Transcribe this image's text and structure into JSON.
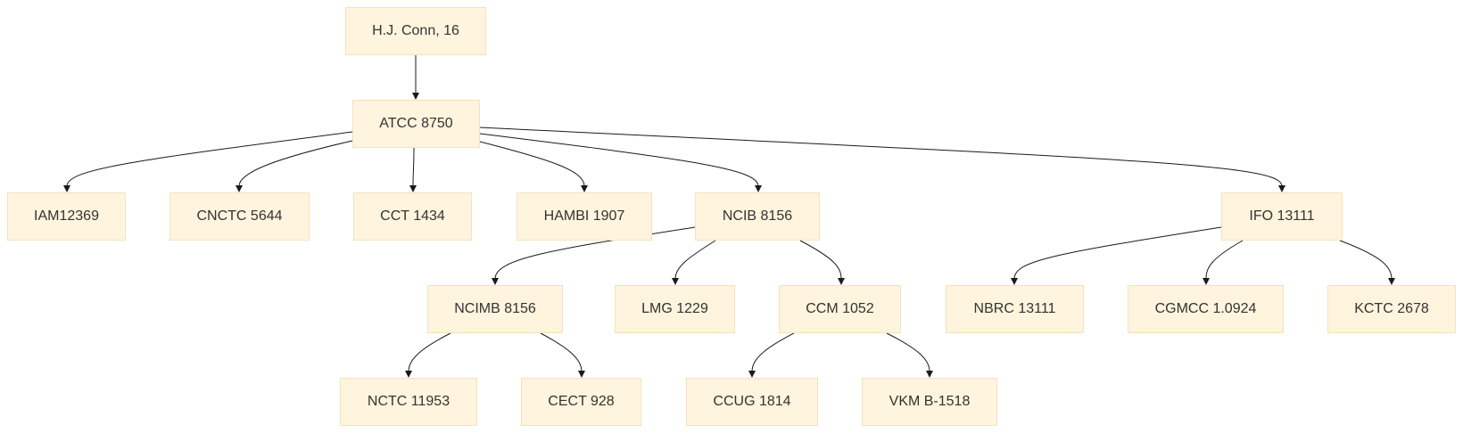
{
  "diagram": {
    "nodes": {
      "root": "H.J. Conn, 16",
      "atcc": "ATCC 8750",
      "iam": "IAM12369",
      "cnctc": "CNCTC 5644",
      "cct": "CCT 1434",
      "hambi": "HAMBI 1907",
      "ncib": "NCIB 8156",
      "ifo": "IFO 13111",
      "ncimb": "NCIMB 8156",
      "lmg": "LMG 1229",
      "ccm": "CCM 1052",
      "nbrc": "NBRC 13111",
      "cgmcc": "CGMCC 1.0924",
      "kctc": "KCTC 2678",
      "nctc": "NCTC 11953",
      "cect": "CECT 928",
      "ccug": "CCUG 1814",
      "vkm": "VKM B-1518"
    },
    "edges": [
      [
        "root",
        "atcc"
      ],
      [
        "atcc",
        "iam"
      ],
      [
        "atcc",
        "cnctc"
      ],
      [
        "atcc",
        "cct"
      ],
      [
        "atcc",
        "hambi"
      ],
      [
        "atcc",
        "ncib"
      ],
      [
        "atcc",
        "ifo"
      ],
      [
        "ncib",
        "ncimb"
      ],
      [
        "ncib",
        "lmg"
      ],
      [
        "ncib",
        "ccm"
      ],
      [
        "ifo",
        "nbrc"
      ],
      [
        "ifo",
        "cgmcc"
      ],
      [
        "ifo",
        "kctc"
      ],
      [
        "ncimb",
        "nctc"
      ],
      [
        "ncimb",
        "cect"
      ],
      [
        "ccm",
        "ccug"
      ],
      [
        "ccm",
        "vkm"
      ]
    ],
    "colors": {
      "node_fill": "#fff4dd",
      "node_border": "#f3e3bd",
      "text": "#333333",
      "edge": "#1a1a1a"
    }
  }
}
